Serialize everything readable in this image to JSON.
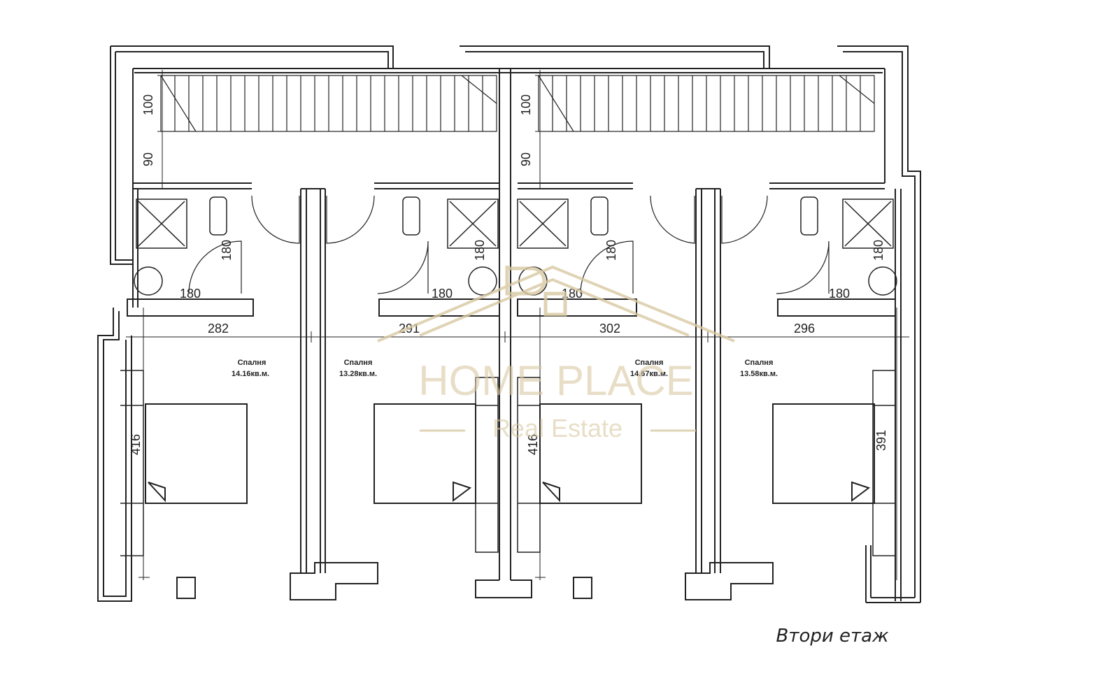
{
  "plan": {
    "caption": "Втори етаж",
    "stair_dims": {
      "left_top": "100",
      "left_bottom": "90",
      "right_top": "100",
      "right_bottom": "90"
    },
    "bath_dims": [
      "180",
      "180",
      "180",
      "180",
      "180",
      "180",
      "180",
      "180"
    ],
    "room_widths": [
      "282",
      "291",
      "302",
      "296"
    ],
    "rooms": [
      {
        "name": "Спалня",
        "area": "14.16кв.м."
      },
      {
        "name": "Спалня",
        "area": "13.28кв.м."
      },
      {
        "name": "Спалня",
        "area": "14.67кв.м."
      },
      {
        "name": "Спалня",
        "area": "13.58кв.м."
      }
    ],
    "depth_dims": {
      "left": "416",
      "mid": "416",
      "right": "391"
    }
  },
  "watermark": {
    "title": "HOME PLACE",
    "subtitle": "Real Estate",
    "color": "#d8c9a2"
  }
}
